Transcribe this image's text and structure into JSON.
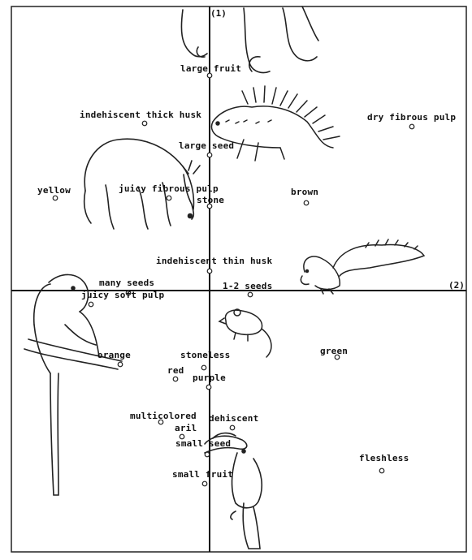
{
  "diagram": {
    "axis_labels": {
      "axis1": "(1)",
      "axis2": "(2)"
    },
    "points": [
      {
        "id": "large-fruit",
        "label": "large fruit"
      },
      {
        "id": "indehiscent-thick-husk",
        "label": "indehiscent thick husk"
      },
      {
        "id": "dry-fibrous-pulp",
        "label": "dry fibrous pulp"
      },
      {
        "id": "large-seed",
        "label": "large seed"
      },
      {
        "id": "yellow",
        "label": "yellow"
      },
      {
        "id": "juicy-fibrous-pulp",
        "label": "juicy fibrous pulp"
      },
      {
        "id": "stone",
        "label": "stone"
      },
      {
        "id": "brown",
        "label": "brown"
      },
      {
        "id": "indehiscent-thin-husk",
        "label": "indehiscent thin husk"
      },
      {
        "id": "many-seeds",
        "label": "many seeds"
      },
      {
        "id": "one-two-seeds",
        "label": "1-2 seeds"
      },
      {
        "id": "juicy-soft-pulp",
        "label": "juicy soft pulp"
      },
      {
        "id": "green",
        "label": "green"
      },
      {
        "id": "orange",
        "label": "orange"
      },
      {
        "id": "stoneless",
        "label": "stoneless"
      },
      {
        "id": "red",
        "label": "red"
      },
      {
        "id": "purple",
        "label": "purple"
      },
      {
        "id": "multicolored",
        "label": "multicolored"
      },
      {
        "id": "dehiscent",
        "label": "dehiscent"
      },
      {
        "id": "aril",
        "label": "aril"
      },
      {
        "id": "small-seed",
        "label": "small seed"
      },
      {
        "id": "fleshless",
        "label": "fleshless"
      },
      {
        "id": "small-fruit",
        "label": "small fruit"
      }
    ]
  }
}
